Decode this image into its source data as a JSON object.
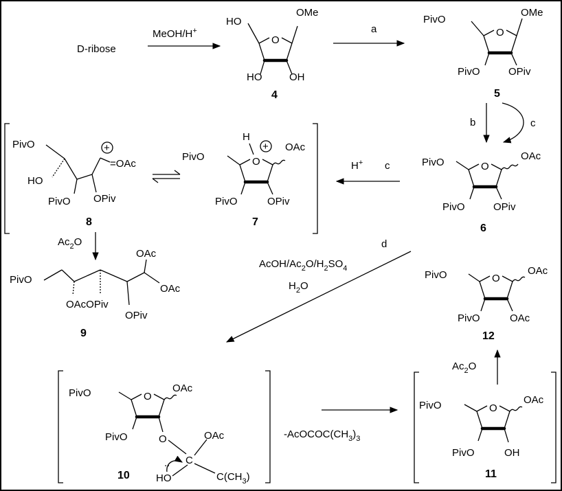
{
  "start": "D-ribose",
  "step1": {
    "reagent": "MeOH/H",
    "sup": "+"
  },
  "labels": {
    "a": "a",
    "b": "b",
    "c": "c",
    "c2": "c",
    "d": "d"
  },
  "h_plus": {
    "H": "H",
    "sup": "+"
  },
  "step_d": {
    "line1_a": "AcOH/Ac",
    "line1_sub1": "2",
    "line1_b": "O/H",
    "line1_sub2": "2",
    "line1_c": "SO",
    "line1_sub3": "4",
    "line2_a": "H",
    "line2_sub": "2",
    "line2_b": "O"
  },
  "ac2o": {
    "a": "Ac",
    "sub": "2",
    "b": "O"
  },
  "elim": "-AcOCOC(CH",
  "elim_sub": "3",
  "elim_end": ")",
  "groups": {
    "ome": "OMe",
    "ho": "HO",
    "oh": "OH",
    "pivo": "PivO",
    "opiv": "OPiv",
    "oac": "OAc",
    "h": "H",
    "plus": "+",
    "oac_dbl": "=OAc",
    "oacopiv": "OAcOPiv",
    "o": "O",
    "c": "C",
    "cme3": "C(CH",
    "sub3": "3",
    "paren": ")"
  },
  "compounds": {
    "c4": "4",
    "c5": "5",
    "c6": "6",
    "c7": "7",
    "c8": "8",
    "c9": "9",
    "c10": "10",
    "c11": "11",
    "c12": "12"
  }
}
